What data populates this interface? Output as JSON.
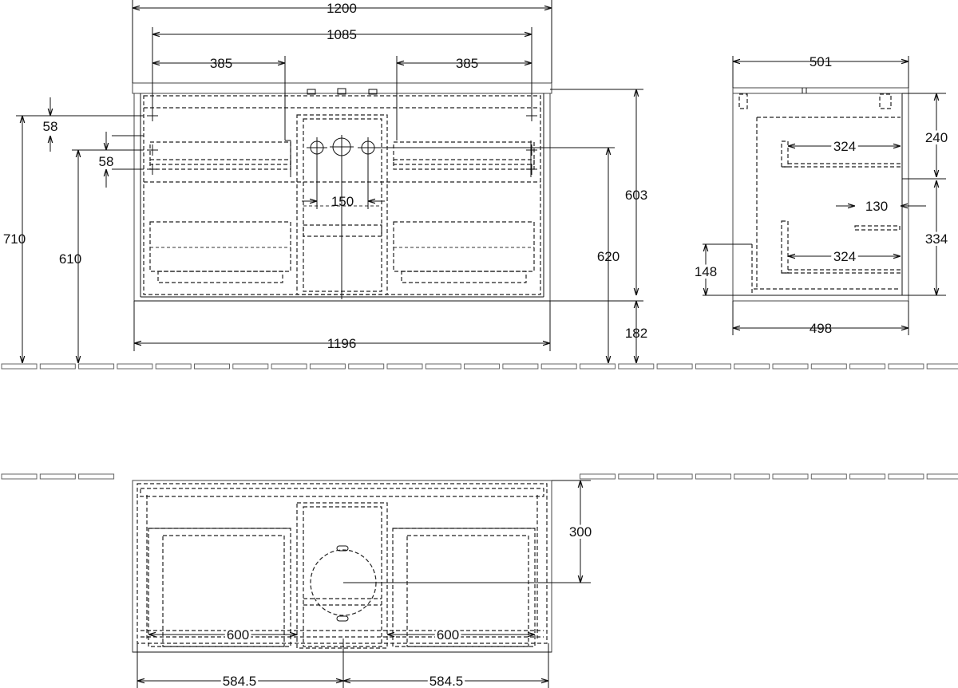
{
  "front_view": {
    "overall_width": "1200",
    "inner_width": "1085",
    "left_offset": "385",
    "right_offset": "385",
    "top_gap": "58",
    "second_gap": "58",
    "height_710": "710",
    "height_610": "610",
    "hole_spacing": "150",
    "cabinet_height": "603",
    "height_620": "620",
    "leg_height": "182",
    "cabinet_width": "1196"
  },
  "side_view": {
    "depth_top": "501",
    "drawer1_height": "240",
    "drawer1_depth": "324",
    "siphon_depth": "130",
    "drawer2_height": "334",
    "drawer2_depth": "324",
    "plinth_height": "148",
    "depth_bottom": "498"
  },
  "top_view": {
    "depth": "300",
    "left_width": "600",
    "right_width": "600",
    "left_half": "584.5",
    "right_half": "584.5"
  }
}
